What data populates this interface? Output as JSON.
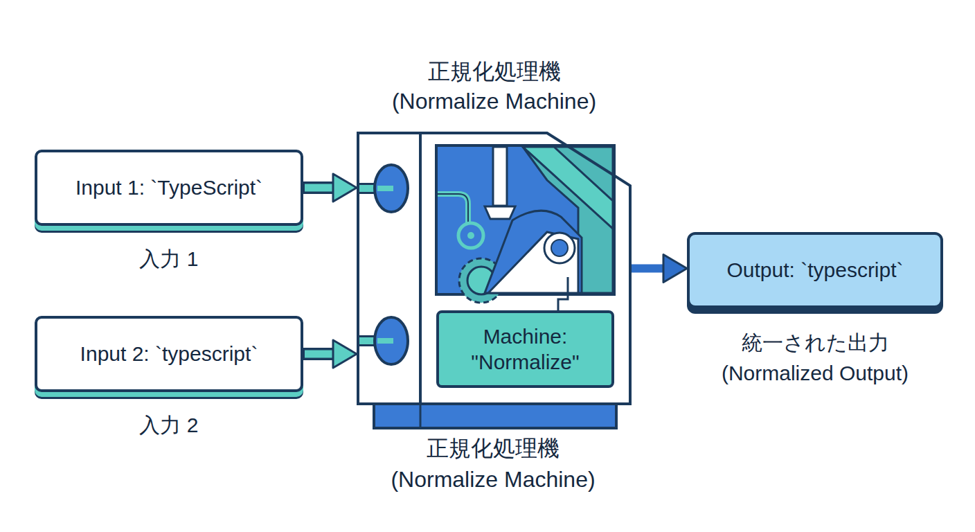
{
  "diagram": {
    "nodes": [
      {
        "text": [
          "Input 1: `TypeScript`",
          "入力 1"
        ]
      },
      {
        "text": [
          "Input 2: `typescript`",
          "入力 2"
        ]
      },
      {
        "text": [
          "正規化処理機",
          "(Normalize Machine)"
        ]
      },
      {
        "text": [
          "Machine: \"Normalize\""
        ],
        "in": 2
      },
      {
        "text": [
          "Output: `typescript`",
          "統一された出力",
          "(Normalized Output)"
        ]
      }
    ],
    "edges": [
      {
        "from": 0,
        "to": 2,
        "arrow": "to"
      },
      {
        "from": 1,
        "to": 2,
        "arrow": "to"
      },
      {
        "from": 2,
        "to": 4,
        "arrow": "to"
      }
    ],
    "labels": [
      "正規化処理機",
      "(Normalize Machine)"
    ]
  }
}
